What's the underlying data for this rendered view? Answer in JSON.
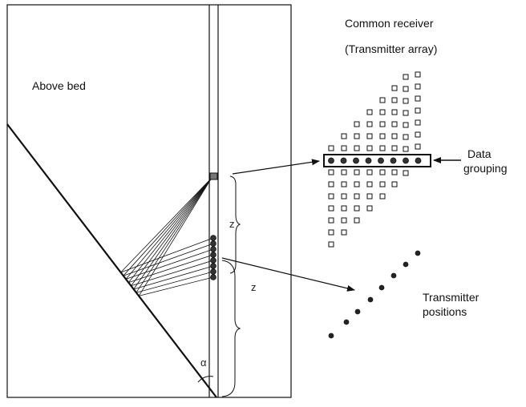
{
  "labels": {
    "above_bed": "Above bed",
    "common_receiver": "Common receiver",
    "transmitter_array": "(Transmitter array)",
    "data_grouping_1": "Data",
    "data_grouping_2": "grouping",
    "transmitter_positions_1": "Transmitter",
    "transmitter_positions_2": "positions",
    "z_upper": "z",
    "z_lower": "z",
    "alpha": "α"
  },
  "colors": {
    "ink": "#111111",
    "dot": "#333333",
    "receiver": "#777777"
  }
}
